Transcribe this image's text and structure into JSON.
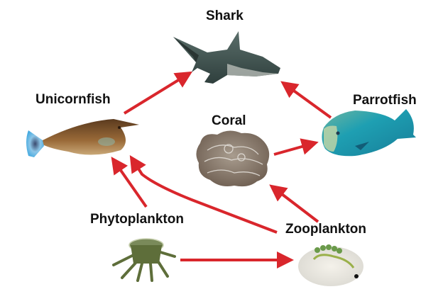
{
  "diagram": {
    "type": "food-web",
    "arrow_color": "#d9262c",
    "nodes": [
      {
        "id": "shark",
        "label": "Shark"
      },
      {
        "id": "unicornfish",
        "label": "Unicornfish"
      },
      {
        "id": "parrotfish",
        "label": "Parrotfish"
      },
      {
        "id": "coral",
        "label": "Coral"
      },
      {
        "id": "phytoplankton",
        "label": "Phytoplankton"
      },
      {
        "id": "zooplankton",
        "label": "Zooplankton"
      }
    ],
    "edges": [
      {
        "from": "unicornfish",
        "to": "shark"
      },
      {
        "from": "parrotfish",
        "to": "shark"
      },
      {
        "from": "coral",
        "to": "parrotfish"
      },
      {
        "from": "phytoplankton",
        "to": "unicornfish"
      },
      {
        "from": "zooplankton",
        "to": "unicornfish"
      },
      {
        "from": "zooplankton",
        "to": "coral"
      },
      {
        "from": "phytoplankton",
        "to": "zooplankton"
      }
    ]
  }
}
